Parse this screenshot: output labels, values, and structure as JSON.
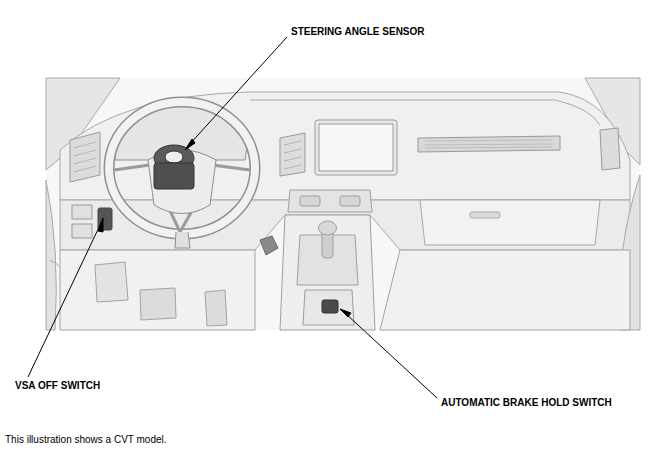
{
  "diagram": {
    "caption": "This illustration shows a CVT model.",
    "labels": [
      "STEERING ANGLE SENSOR",
      "VSA OFF SWITCH",
      "AUTOMATIC BRAKE HOLD SWITCH"
    ]
  }
}
